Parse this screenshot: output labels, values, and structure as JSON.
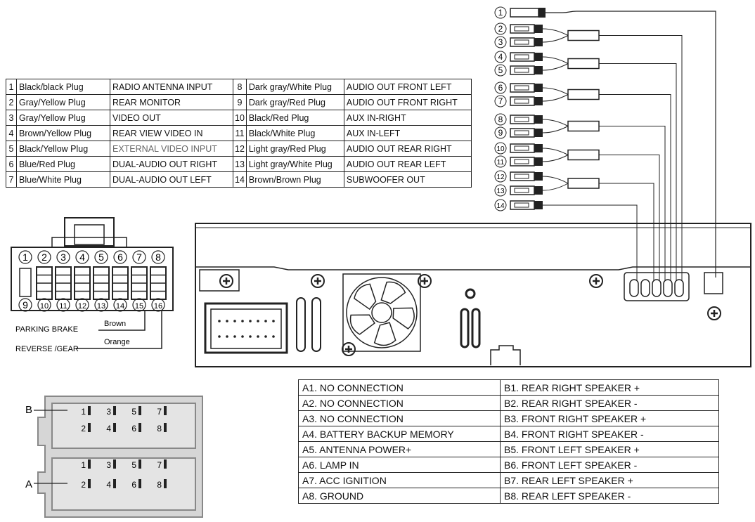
{
  "plug_table": {
    "rows": [
      {
        "l_num": "1",
        "l_plug": "Black/black Plug",
        "l_func": "RADIO ANTENNA INPUT",
        "r_num": "8",
        "r_plug": "Dark gray/White Plug",
        "r_func": "AUDIO OUT FRONT LEFT"
      },
      {
        "l_num": "2",
        "l_plug": "Gray/Yellow Plug",
        "l_func": "REAR MONITOR",
        "r_num": "9",
        "r_plug": "Dark gray/Red Plug",
        "r_func": "AUDIO OUT FRONT RIGHT"
      },
      {
        "l_num": "3",
        "l_plug": "Gray/Yellow Plug",
        "l_func": "VIDEO OUT",
        "r_num": "10",
        "r_plug": "Black/Red Plug",
        "r_func": "AUX IN-RIGHT"
      },
      {
        "l_num": "4",
        "l_plug": "Brown/Yellow Plug",
        "l_func": "REAR VIEW VIDEO IN",
        "r_num": "11",
        "r_plug": "Black/White Plug",
        "r_func": "AUX IN-LEFT"
      },
      {
        "l_num": "5",
        "l_plug": "Black/Yellow Plug",
        "l_func": "EXTERNAL VIDEO INPUT",
        "r_num": "12",
        "r_plug": "Light gray/Red Plug",
        "r_func": "AUDIO OUT REAR RIGHT"
      },
      {
        "l_num": "6",
        "l_plug": "Blue/Red Plug",
        "l_func": "DUAL-AUDIO OUT RIGHT",
        "r_num": "13",
        "r_plug": "Light gray/White Plug",
        "r_func": "AUDIO OUT REAR LEFT"
      },
      {
        "l_num": "7",
        "l_plug": "Blue/White Plug",
        "l_func": "DUAL-AUDIO OUT LEFT",
        "r_num": "14",
        "r_plug": "Brown/Brown Plug",
        "r_func": "SUBWOOFER  OUT"
      }
    ]
  },
  "connector_16": {
    "top_pins": [
      "1",
      "2",
      "3",
      "4",
      "5",
      "6",
      "7",
      "8"
    ],
    "bottom_pins": [
      "9",
      "10",
      "11",
      "12",
      "13",
      "14",
      "15",
      "16"
    ],
    "parking_label": "PARKING BRAKE",
    "parking_wire": "Brown",
    "reverse_label": "REVERSE /GEAR",
    "reverse_wire": "Orange"
  },
  "plug_numbers": [
    "1",
    "2",
    "3",
    "4",
    "5",
    "6",
    "7",
    "8",
    "9",
    "10",
    "11",
    "12",
    "13",
    "14"
  ],
  "iso_connector": {
    "label_b": "B",
    "label_a": "A",
    "pins_top": [
      "1",
      "3",
      "5",
      "7"
    ],
    "pins_bottom": [
      "2",
      "4",
      "6",
      "8"
    ]
  },
  "iso_table": {
    "rows": [
      {
        "a": "A1. NO CONNECTION",
        "b": "B1. REAR RIGHT SPEAKER +"
      },
      {
        "a": "A2. NO CONNECTION",
        "b": "B2. REAR RIGHT SPEAKER -"
      },
      {
        "a": "A3. NO CONNECTION",
        "b": "B3. FRONT RIGHT SPEAKER +"
      },
      {
        "a": "A4. BATTERY BACKUP MEMORY",
        "b": "B4. FRONT RIGHT SPEAKER -"
      },
      {
        "a": "A5. ANTENNA  POWER+",
        "b": "B5. FRONT LEFT SPEAKER +"
      },
      {
        "a": "A6. LAMP  IN",
        "b": "B6. FRONT LEFT SPEAKER -"
      },
      {
        "a": "A7. ACC IGNITION",
        "b": "B7. REAR LEFT SPEAKER +"
      },
      {
        "a": "A8. GROUND",
        "b": "B8. REAR LEFT SPEAKER -"
      }
    ]
  }
}
